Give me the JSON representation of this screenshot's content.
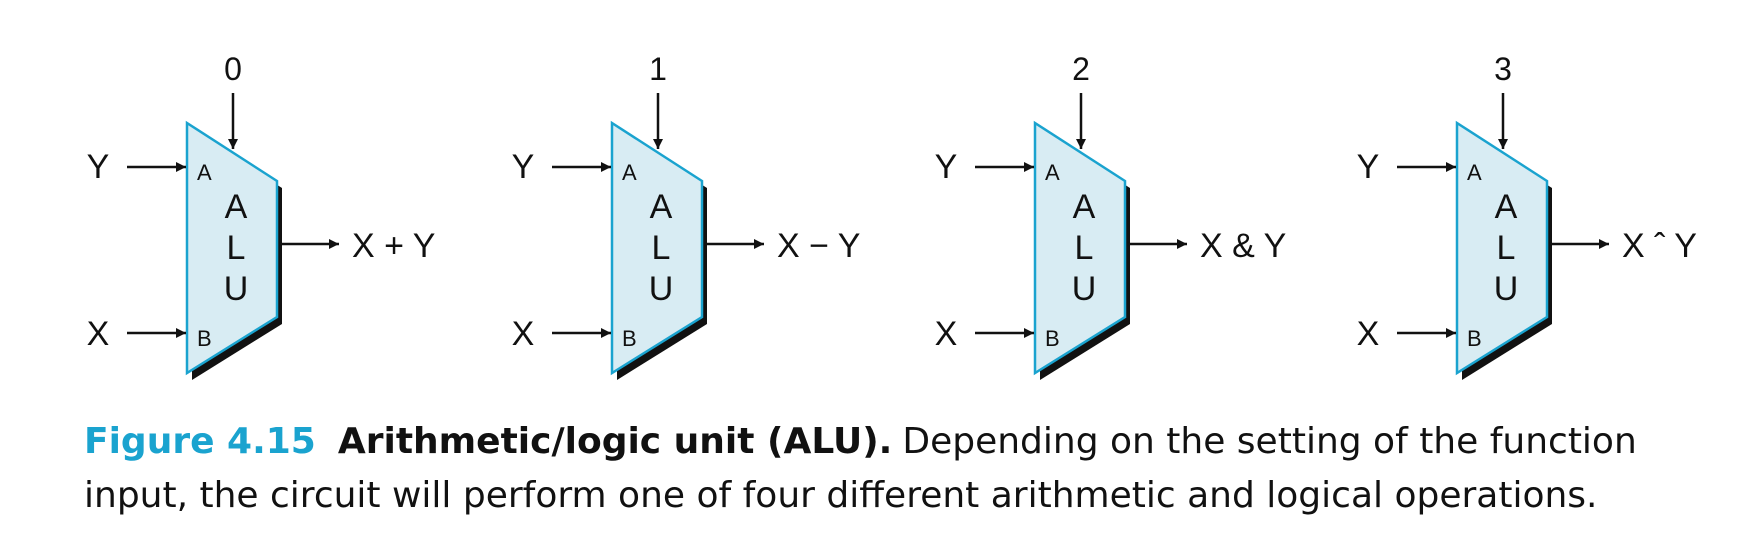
{
  "alus": [
    {
      "function_code": "0",
      "input_top": "Y",
      "input_bottom": "X",
      "port_a": "A",
      "port_b": "B",
      "body": [
        "A",
        "L",
        "U"
      ],
      "output": "X + Y"
    },
    {
      "function_code": "1",
      "input_top": "Y",
      "input_bottom": "X",
      "port_a": "A",
      "port_b": "B",
      "body": [
        "A",
        "L",
        "U"
      ],
      "output": "X − Y"
    },
    {
      "function_code": "2",
      "input_top": "Y",
      "input_bottom": "X",
      "port_a": "A",
      "port_b": "B",
      "body": [
        "A",
        "L",
        "U"
      ],
      "output": "X & Y"
    },
    {
      "function_code": "3",
      "input_top": "Y",
      "input_bottom": "X",
      "port_a": "A",
      "port_b": "B",
      "body": [
        "A",
        "L",
        "U"
      ],
      "output": "X ˆ Y"
    }
  ],
  "caption": {
    "figure_label": "Figure 4.15",
    "title": "Arithmetic/logic unit (ALU).",
    "text": "Depending on the setting of the function input, the circuit will perform one of four different arithmetic and logical operations."
  },
  "colors": {
    "alu_fill": "#d8ecf3",
    "alu_stroke": "#1aa3cf",
    "figure_label": "#1aa3cf"
  }
}
